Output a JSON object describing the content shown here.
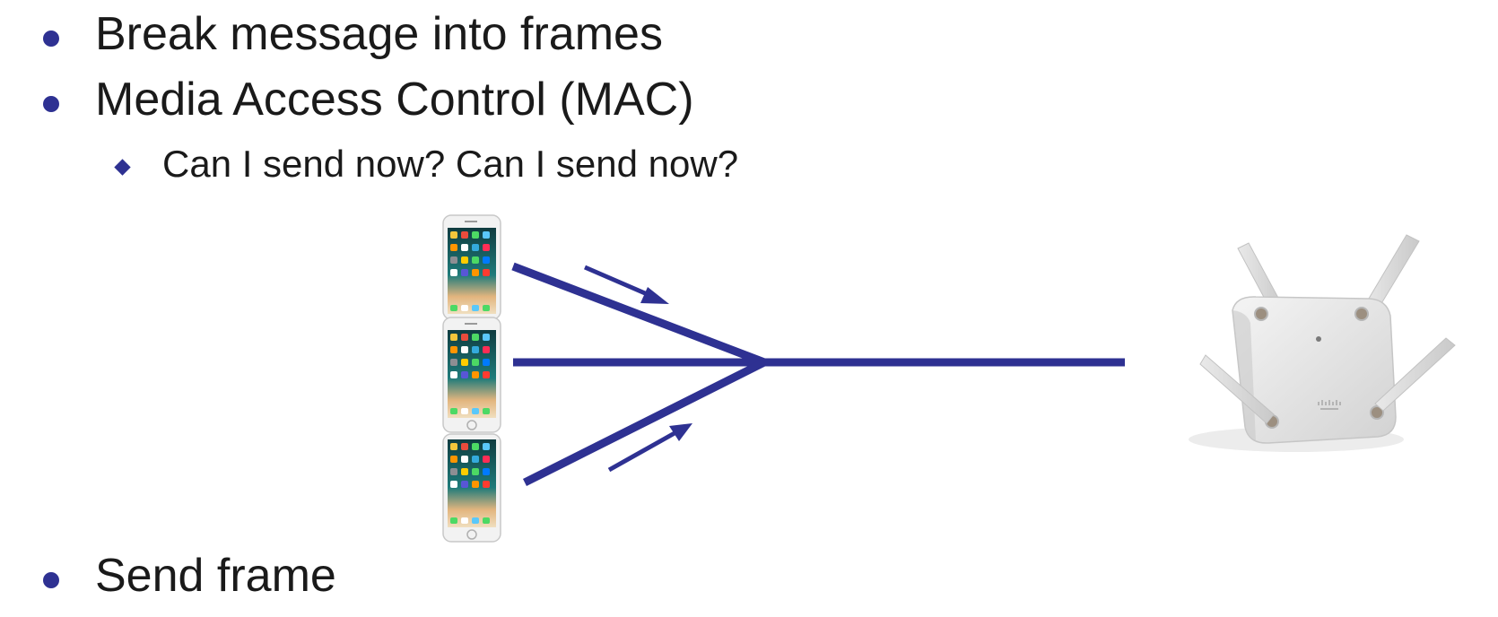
{
  "bullets": {
    "item1": "Break message into frames",
    "item2": "Media Access Control (MAC)",
    "sub1": "Can I send now?  Can I send now?",
    "item3": "Send frame"
  },
  "colors": {
    "accent": "#2e3192",
    "text": "#1a1a1a"
  },
  "icons": {
    "device": "smartphone-icon",
    "access_point": "wireless-access-point-icon",
    "arrow": "arrow-icon"
  }
}
